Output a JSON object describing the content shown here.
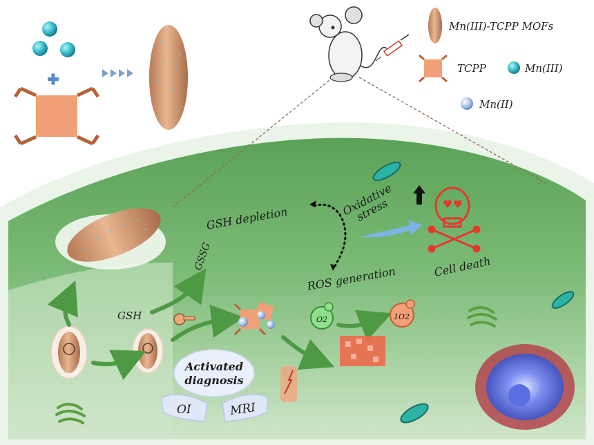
{
  "legend": {
    "mofs": "Mn(III)-TCPP MOFs",
    "tcpp": "TCPP",
    "mn3": "Mn(III)",
    "mn2": "Mn(II)"
  },
  "labels": {
    "gsh_depletion": "GSH depletion",
    "oxidative_stress_line1": "Oxidative",
    "oxidative_stress_line2": "stress",
    "gssg": "GSSG",
    "ros_generation": "ROS generation",
    "cell_death": "Cell death",
    "gsh": "GSH",
    "o2": "O2",
    "singlet_o2": "1O2",
    "activated_diagnosis_line1": "Activated",
    "activated_diagnosis_line2": "diagnosis",
    "oi": "OI",
    "mri": "MRI"
  },
  "colors": {
    "cell_green": "#6fae6a",
    "cell_light": "#cfe6c9",
    "mof_tan": "#d8a47f",
    "tcpp_orange": "#f2a077",
    "mn3_teal": "#3cc1cf",
    "mn2_blue": "#a8c6ee",
    "danger_red": "#e23a2a",
    "arrow_green": "#4e9a44"
  }
}
